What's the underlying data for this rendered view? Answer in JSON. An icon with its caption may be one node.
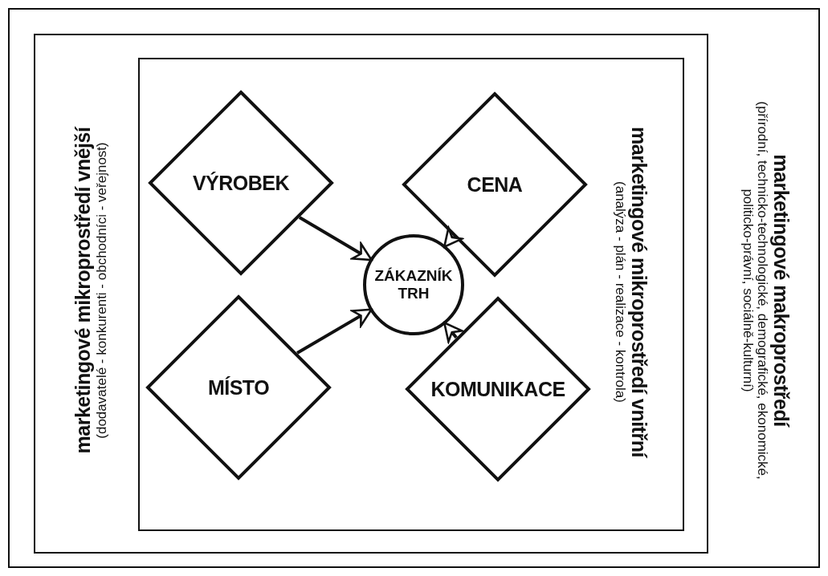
{
  "diagram": {
    "nodes": [
      {
        "text": [
          "marketingové makroprostředí",
          "(přírodní, technicko-technologické, demografické, ekonomické, politicko-právní, sociálně-kulturní)"
        ]
      },
      {
        "text": [
          "marketingové mikroprostředí vnější",
          "(dodavatelé - konkurenti - obchodníci - veřejnost)"
        ],
        "in": 0
      },
      {
        "text": [
          "marketingové mikroprostředí vnitřní",
          "(analýza - plán - realizace - kontrola)"
        ],
        "in": 1
      },
      {
        "text": [
          "VÝROBEK"
        ],
        "in": 2
      },
      {
        "text": [
          "CENA"
        ],
        "in": 2
      },
      {
        "text": [
          "ZÁKAZNÍK TRH"
        ],
        "in": 2
      },
      {
        "text": [
          "MÍSTO"
        ],
        "in": 2
      },
      {
        "text": [
          "KOMUNIKACE"
        ],
        "in": 2
      }
    ],
    "edges": [
      {
        "from": 3,
        "to": 5,
        "arrow": "to"
      },
      {
        "from": 4,
        "to": 5,
        "arrow": "to"
      },
      {
        "from": 6,
        "to": 5,
        "arrow": "to"
      },
      {
        "from": 7,
        "to": 5,
        "arrow": "to"
      }
    ]
  }
}
